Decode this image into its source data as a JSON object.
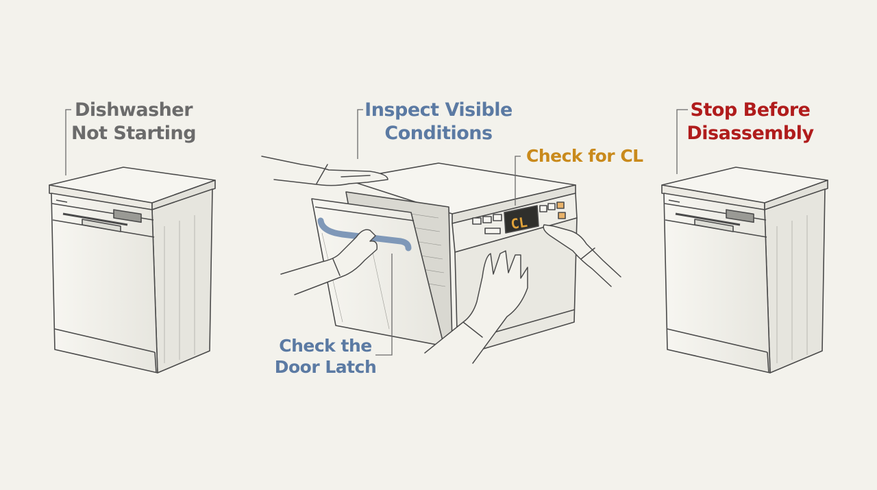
{
  "labels": {
    "start": {
      "line1": "Dishwasher",
      "line2": "Not Starting"
    },
    "inspect": {
      "line1": "Inspect Visible",
      "line2": "Conditions"
    },
    "check_cl": {
      "text": "Check for CL"
    },
    "door_latch": {
      "line1": "Check the",
      "line2": "Door Latch"
    },
    "stop": {
      "line1": "Stop Before",
      "line2": "Disassembly"
    }
  },
  "display": {
    "code": "CL"
  },
  "colors": {
    "background": "#f3f2ec",
    "ink": "#4a4a4a",
    "start_label": "#6b6b6b",
    "inspect_label": "#5b7aa3",
    "check_cl_label": "#c98a1c",
    "door_latch_label": "#5b7aa3",
    "stop_label": "#b01c1c",
    "display_digits": "#e0a23a",
    "handle_blue": "#7f98b8"
  },
  "icons": [
    "dishwasher-icon",
    "hand-icon"
  ]
}
